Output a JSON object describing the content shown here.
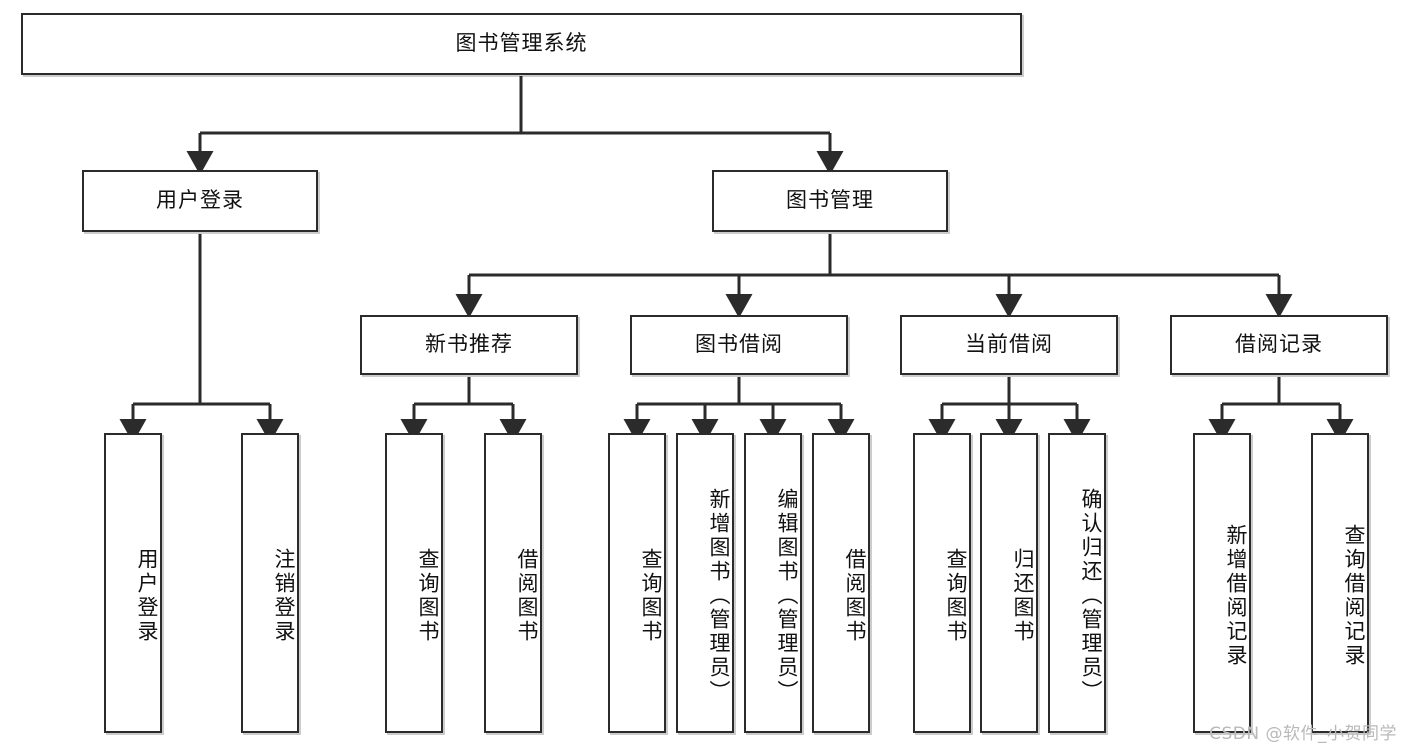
{
  "diagram": {
    "title": "图书管理系统",
    "type": "tree-hierarchy",
    "watermark": "CSDN @软件_小贺同学",
    "colors": {
      "box_border": "#2b2b2b",
      "box_fill": "#ffffff",
      "edge": "#2b2b2b",
      "text": "#111111",
      "watermark": "#b9b9b9"
    },
    "nodes": {
      "root": {
        "label": "图书管理系统"
      },
      "level2": [
        {
          "label": "用户登录"
        },
        {
          "label": "图书管理"
        }
      ],
      "level3": [
        {
          "label": "新书推荐"
        },
        {
          "label": "图书借阅"
        },
        {
          "label": "当前借阅"
        },
        {
          "label": "借阅记录"
        }
      ],
      "leaves_user_login": [
        {
          "label": "用户登录"
        },
        {
          "label": "注销登录"
        }
      ],
      "leaves_new_book": [
        {
          "label": "查询图书"
        },
        {
          "label": "借阅图书"
        }
      ],
      "leaves_borrow": [
        {
          "label": "查询图书"
        },
        {
          "label": "新增图书（管理员）"
        },
        {
          "label": "编辑图书（管理员）"
        },
        {
          "label": "借阅图书"
        }
      ],
      "leaves_current": [
        {
          "label": "查询图书"
        },
        {
          "label": "归还图书"
        },
        {
          "label": "确认归还（管理员）"
        }
      ],
      "leaves_record": [
        {
          "label": "新增借阅记录"
        },
        {
          "label": "查询借阅记录"
        }
      ]
    }
  }
}
